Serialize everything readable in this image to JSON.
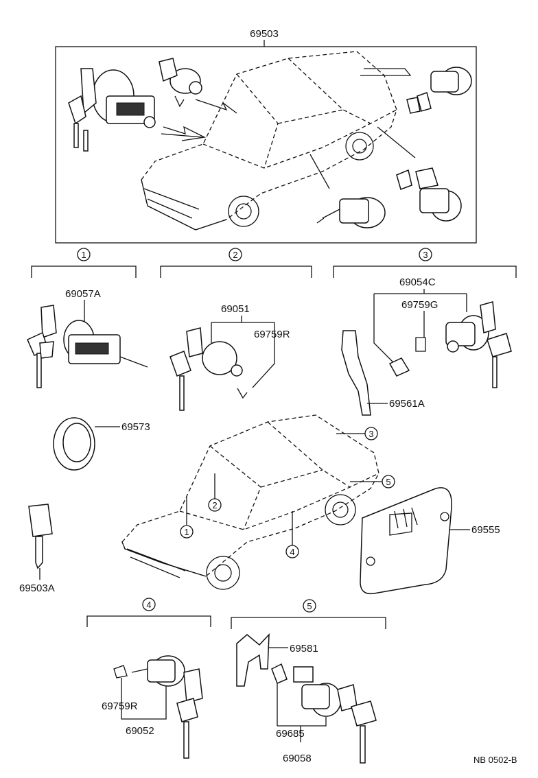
{
  "diagram": {
    "assembly_number": "69503",
    "document_code": "NB  0502-B",
    "groups": [
      {
        "number": "1"
      },
      {
        "number": "2"
      },
      {
        "number": "3"
      },
      {
        "number": "4"
      },
      {
        "number": "5"
      }
    ],
    "parts": [
      {
        "code": "69057A",
        "group": "1"
      },
      {
        "code": "69051",
        "group": "2"
      },
      {
        "code": "69759R",
        "group": "2"
      },
      {
        "code": "69054C",
        "group": "3"
      },
      {
        "code": "69759G",
        "group": "3"
      },
      {
        "code": "69561A",
        "group": "3"
      },
      {
        "code": "69573"
      },
      {
        "code": "69503A"
      },
      {
        "code": "69555"
      },
      {
        "code": "69759R",
        "group": "4"
      },
      {
        "code": "69052",
        "group": "4"
      },
      {
        "code": "69581",
        "group": "5"
      },
      {
        "code": "69685",
        "group": "5"
      },
      {
        "code": "69058",
        "group": "5"
      }
    ],
    "car_callouts": [
      "1",
      "2",
      "3",
      "4",
      "5"
    ]
  }
}
